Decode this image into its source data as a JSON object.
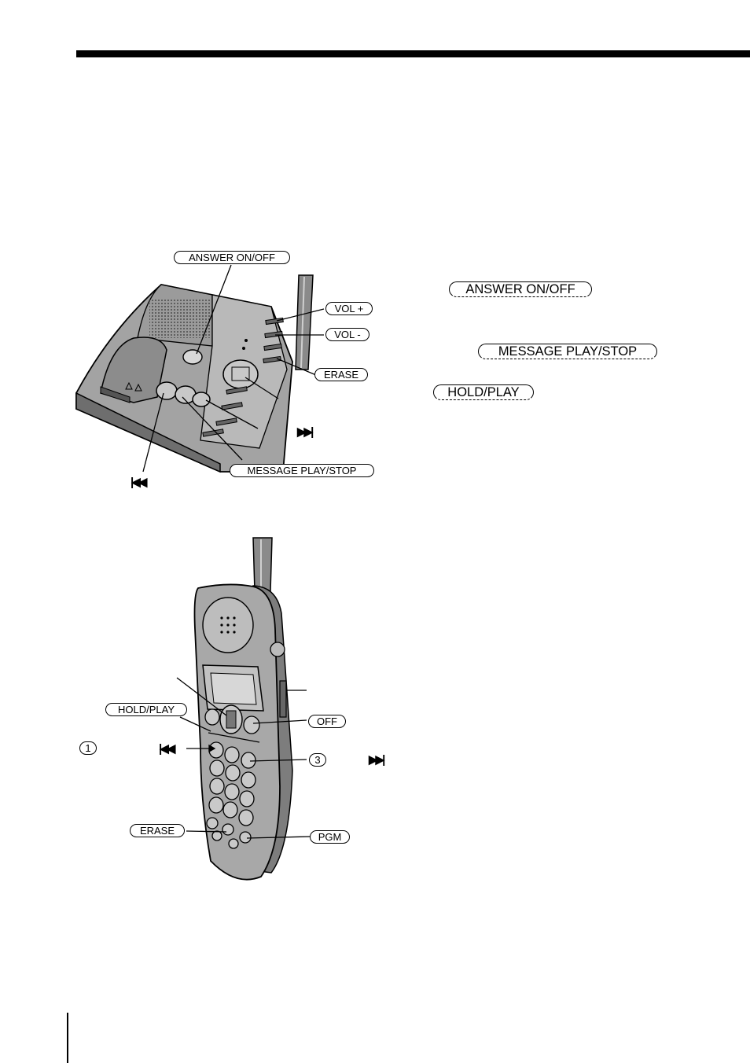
{
  "base_unit": {
    "labels": {
      "answer": "ANSWER ON/OFF",
      "vol_up": "VOL +",
      "vol_down": "VOL -",
      "erase": "ERASE",
      "message": "MESSAGE PLAY/STOP"
    }
  },
  "handset": {
    "labels": {
      "hold_play": "HOLD/PLAY",
      "off": "OFF",
      "key1": "1",
      "key3": "3",
      "erase": "ERASE",
      "pgm": "PGM"
    }
  },
  "right_column": {
    "answer": "ANSWER ON/OFF",
    "message": "MESSAGE PLAY/STOP",
    "hold_play": "HOLD/PLAY"
  },
  "icons": {
    "rewind": "rewind-icon",
    "fast_forward": "fast-forward-icon"
  },
  "colors": {
    "device_body": "#9a9a9a",
    "device_light": "#c8c8c8",
    "ink": "#000000"
  }
}
